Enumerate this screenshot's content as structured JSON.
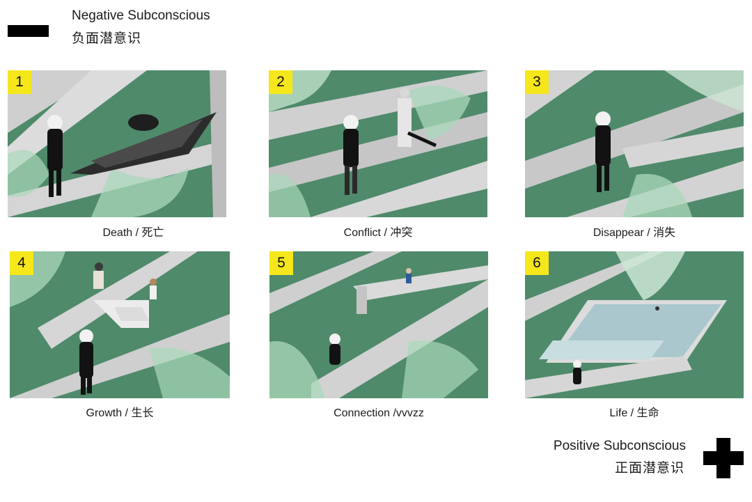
{
  "legend": {
    "negative": {
      "title": "Negative Subconscious",
      "subtitle": "负面潜意识"
    },
    "positive": {
      "title": "Positive Subconscious",
      "subtitle": "正面潜意识"
    }
  },
  "panels": [
    {
      "number": "1",
      "caption": "Death / 死亡"
    },
    {
      "number": "2",
      "caption": "Conflict / 冲突"
    },
    {
      "number": "3",
      "caption": "Disappear / 消失"
    },
    {
      "number": "4",
      "caption": "Growth / 生长"
    },
    {
      "number": "5",
      "caption": "Connection /vvvzz"
    },
    {
      "number": "6",
      "caption": "Life / 生命"
    }
  ],
  "colors": {
    "background_green": "#4f8a6a",
    "light_green": "#a9d8bb",
    "wall_grey": "#c8c8c8",
    "badge_yellow": "#f5e71c"
  }
}
